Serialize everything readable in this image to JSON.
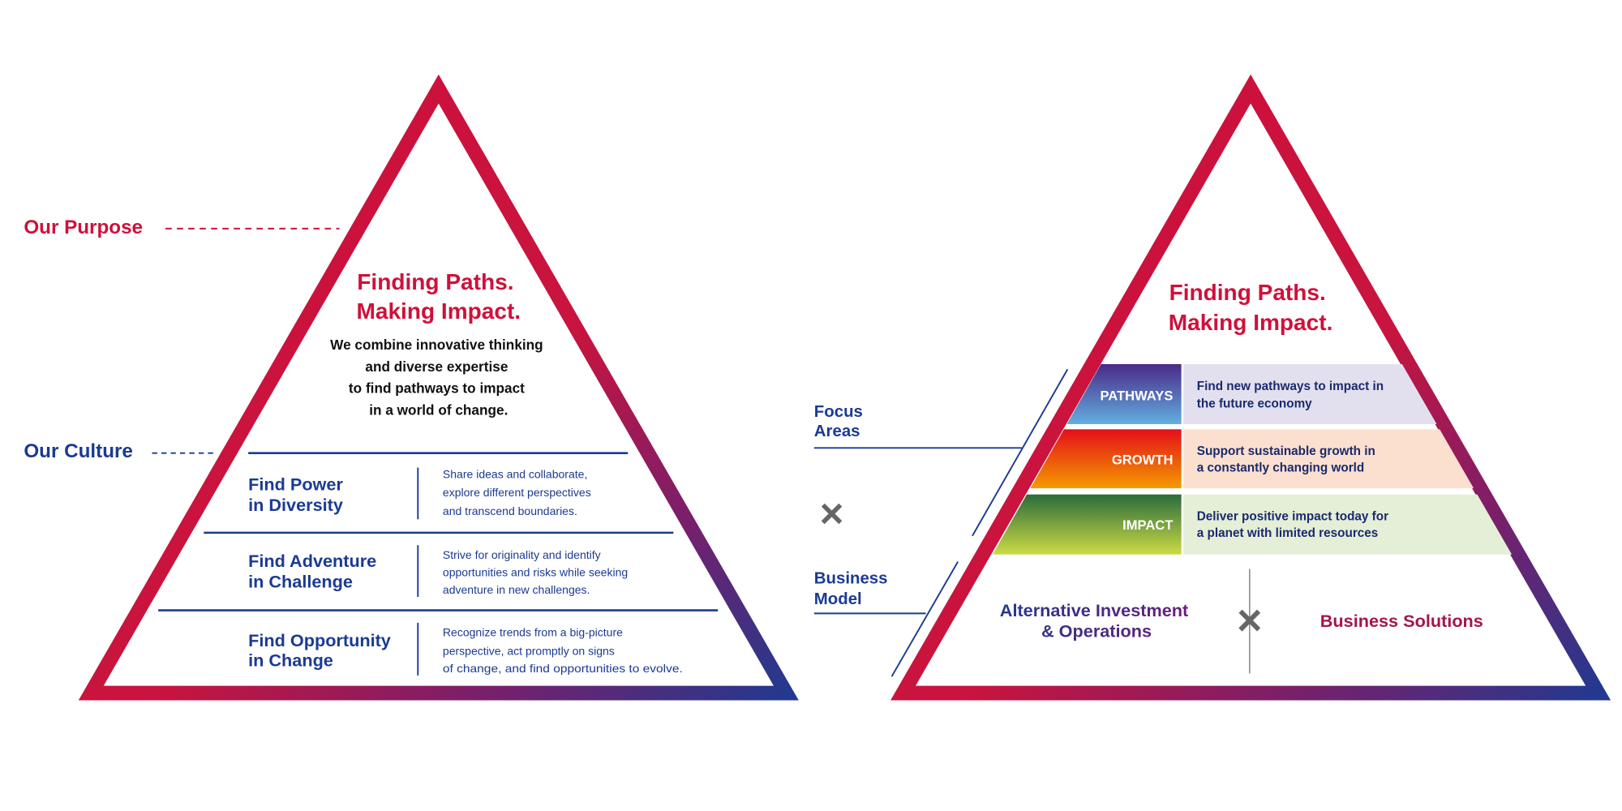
{
  "colors": {
    "red": "#d0103a",
    "blue": "#1b3a93",
    "navy": "#1a2a6c",
    "grey": "#666666",
    "crimson": "#a3164c"
  },
  "left": {
    "purpose_label": "Our Purpose",
    "culture_label": "Our Culture",
    "title": [
      "Finding Paths.",
      "Making Impact."
    ],
    "body": [
      "We combine innovative thinking",
      "and diverse expertise",
      "to find pathways to impact",
      "in a world of change."
    ],
    "values": [
      {
        "heading": [
          "Find Power",
          "in Diversity"
        ],
        "desc": [
          "Share ideas and collaborate,",
          "explore different perspectives",
          "and transcend boundaries."
        ]
      },
      {
        "heading": [
          "Find Adventure",
          "in Challenge"
        ],
        "desc": [
          "Strive for originality and identify",
          "opportunities and risks while seeking",
          "adventure in new challenges."
        ]
      },
      {
        "heading": [
          "Find Opportunity",
          "in Change"
        ],
        "desc": [
          "Recognize trends from a big-picture",
          "perspective, act promptly on signs",
          "of change, and find opportunities to evolve."
        ]
      }
    ]
  },
  "right": {
    "title": [
      "Finding Paths.",
      "Making Impact."
    ],
    "focus_label": [
      "Focus",
      "Areas"
    ],
    "business_label": [
      "Business",
      "Model"
    ],
    "times_symbol": "×",
    "focus_areas": [
      {
        "label": "PATHWAYS",
        "desc": [
          "Find new pathways to impact in",
          "the future economy"
        ]
      },
      {
        "label": "GROWTH",
        "desc": [
          "Support sustainable growth in",
          "a constantly changing world"
        ]
      },
      {
        "label": "IMPACT",
        "desc": [
          "Deliver positive impact today for",
          "a planet with limited resources"
        ]
      }
    ],
    "business": {
      "left": [
        "Alternative Investment",
        "& Operations"
      ],
      "right": "Business Solutions"
    }
  }
}
